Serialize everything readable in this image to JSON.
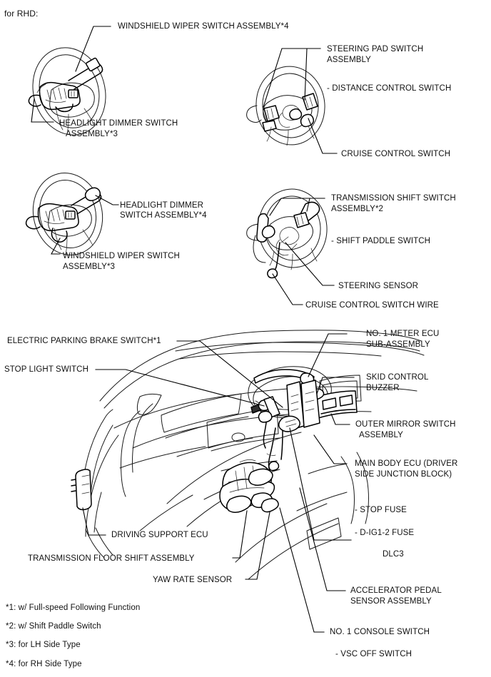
{
  "document": {
    "heading": "for RHD:"
  },
  "figures": [
    {
      "id": "wheel-top-left",
      "name": "combination-switch-lh-illustration",
      "labels": [
        {
          "key": "windshield_wiper_4",
          "text": "WINDSHIELD WIPER SWITCH ASSEMBLY*4"
        },
        {
          "key": "headlight_dimmer_3_l1",
          "text": "HEADLIGHT DIMMER SWITCH"
        },
        {
          "key": "headlight_dimmer_3_l2",
          "text": "ASSEMBLY*3"
        }
      ]
    },
    {
      "id": "wheel-top-right",
      "name": "steering-pad-switch-illustration",
      "labels": [
        {
          "key": "steering_pad_l1",
          "text": "STEERING PAD SWITCH"
        },
        {
          "key": "steering_pad_l2",
          "text": "ASSEMBLY"
        },
        {
          "key": "distance_control",
          "text": "- DISTANCE CONTROL SWITCH"
        },
        {
          "key": "cruise_control",
          "text": "CRUISE CONTROL SWITCH"
        }
      ]
    },
    {
      "id": "wheel-mid-left",
      "name": "combination-switch-rh-illustration",
      "labels": [
        {
          "key": "headlight_dimmer_4_l1",
          "text": "HEADLIGHT DIMMER"
        },
        {
          "key": "headlight_dimmer_4_l2",
          "text": "SWITCH ASSEMBLY*4"
        },
        {
          "key": "windshield_wiper_3_l1",
          "text": "WINDSHIELD WIPER SWITCH"
        },
        {
          "key": "windshield_wiper_3_l2",
          "text": "ASSEMBLY*3"
        }
      ]
    },
    {
      "id": "wheel-mid-right",
      "name": "transmission-shift-switch-illustration",
      "labels": [
        {
          "key": "transmission_shift_l1",
          "text": "TRANSMISSION SHIFT SWITCH"
        },
        {
          "key": "transmission_shift_l2",
          "text": "ASSEMBLY*2"
        },
        {
          "key": "shift_paddle",
          "text": "- SHIFT PADDLE SWITCH"
        },
        {
          "key": "steering_sensor",
          "text": "STEERING SENSOR"
        },
        {
          "key": "cruise_control_wire",
          "text": "CRUISE CONTROL SWITCH WIRE"
        }
      ]
    },
    {
      "id": "instrument-panel",
      "name": "instrument-panel-illustration",
      "labels": [
        {
          "key": "electric_parking_brake",
          "text": "ELECTRIC PARKING BRAKE SWITCH*1"
        },
        {
          "key": "stop_light_switch",
          "text": "STOP LIGHT SWITCH"
        },
        {
          "key": "meter_ecu_l1",
          "text": "NO. 1 METER ECU"
        },
        {
          "key": "meter_ecu_l2",
          "text": "SUB-ASSEMBLY"
        },
        {
          "key": "skid_buzzer_l1",
          "text": "SKID CONTROL"
        },
        {
          "key": "skid_buzzer_l2",
          "text": "BUZZER"
        },
        {
          "key": "outer_mirror_l1",
          "text": "OUTER MIRROR SWITCH"
        },
        {
          "key": "outer_mirror_l2",
          "text": "ASSEMBLY"
        },
        {
          "key": "main_body_ecu_l1",
          "text": "MAIN BODY ECU (DRIVER"
        },
        {
          "key": "main_body_ecu_l2",
          "text": "SIDE JUNCTION BLOCK)"
        },
        {
          "key": "stop_fuse",
          "text": "- STOP FUSE"
        },
        {
          "key": "d_ig12_fuse",
          "text": "- D-IG1-2 FUSE"
        },
        {
          "key": "dlc3",
          "text": "DLC3"
        },
        {
          "key": "accel_pedal_l1",
          "text": "ACCELERATOR PEDAL"
        },
        {
          "key": "accel_pedal_l2",
          "text": "SENSOR ASSEMBLY"
        },
        {
          "key": "console_switch",
          "text": "NO. 1 CONSOLE SWITCH"
        },
        {
          "key": "vsc_off",
          "text": "- VSC OFF SWITCH"
        },
        {
          "key": "driving_support_ecu",
          "text": "DRIVING SUPPORT ECU"
        },
        {
          "key": "transmission_floor_shift",
          "text": "TRANSMISSION FLOOR SHIFT ASSEMBLY"
        },
        {
          "key": "yaw_rate_sensor",
          "text": "YAW RATE SENSOR"
        }
      ]
    }
  ],
  "footnotes": [
    {
      "key": "n1",
      "text": "*1: w/ Full-speed Following Function"
    },
    {
      "key": "n2",
      "text": "*2: w/ Shift Paddle Switch"
    },
    {
      "key": "n3",
      "text": "*3: for LH Side Type"
    },
    {
      "key": "n4",
      "text": "*4: for RH Side Type"
    }
  ],
  "colors": {
    "ink": "#000000",
    "background": "#ffffff"
  }
}
